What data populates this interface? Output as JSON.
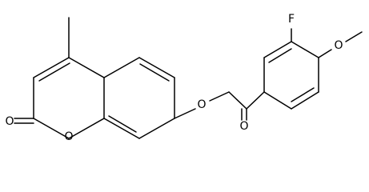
{
  "molecule": {
    "atoms": {
      "carbonyl_oxygen_lactone": "O",
      "ring_oxygen": "O",
      "ether_oxygen": "O",
      "ketone_oxygen": "O",
      "fluorine": "F",
      "methoxy_oxygen": "O"
    },
    "colors": {
      "bond": "#000000",
      "label": "#000000",
      "background": "#ffffff"
    }
  }
}
